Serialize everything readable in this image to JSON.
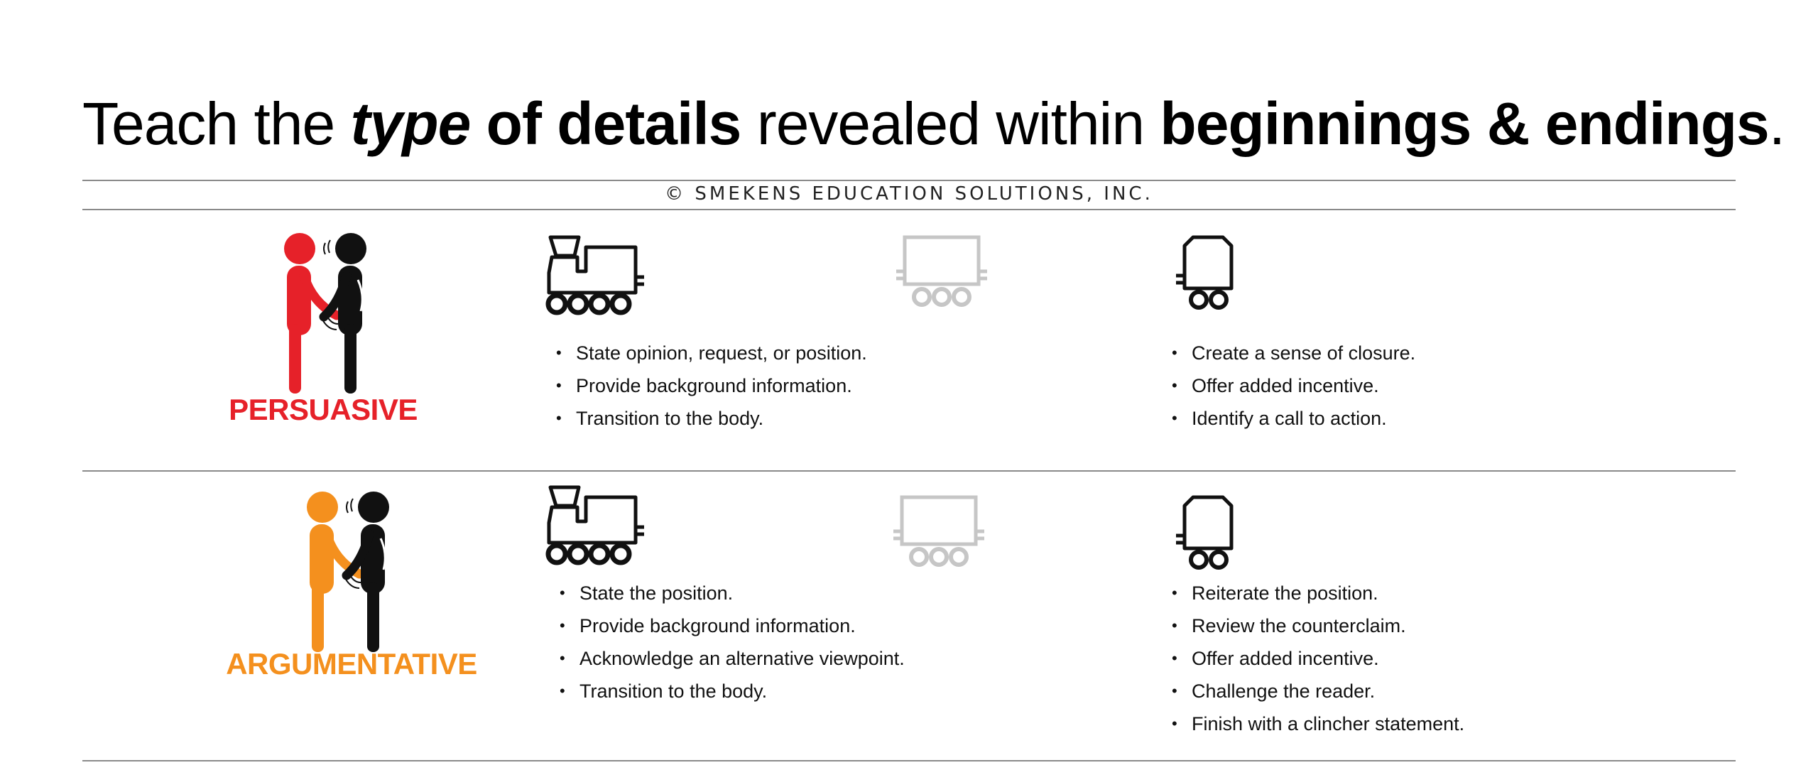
{
  "title": {
    "part1": "Teach the ",
    "part2": "type",
    "part3": " of details",
    "part4": " revealed within ",
    "part5": "beginnings & endings",
    "part6": "."
  },
  "copyright": "© SMEKENS EDUCATION SOLUTIONS, INC.",
  "colors": {
    "persuasive": "#e62129",
    "argumentative": "#f4901e",
    "dark": "#111111",
    "faded": "#c6c6c6"
  },
  "icons": {
    "figures": "handshake-icon",
    "beginning": "train-engine-icon",
    "middle": "train-boxcar-icon",
    "ending": "train-caboose-icon"
  },
  "sections": [
    {
      "label": "PERSUASIVE",
      "beginning": [
        "State opinion, request, or position.",
        "Provide background information.",
        "Transition to the body."
      ],
      "ending": [
        "Create a sense of closure.",
        "Offer added incentive.",
        "Identify a call to action."
      ]
    },
    {
      "label": "ARGUMENTATIVE",
      "beginning": [
        "State the position.",
        "Provide background  information.",
        "Acknowledge an alternative viewpoint.",
        "Transition to the body."
      ],
      "ending": [
        "Reiterate the position.",
        "Review the counterclaim.",
        "Offer added incentive.",
        "Challenge the reader.",
        "Finish with a clincher statement."
      ]
    }
  ]
}
